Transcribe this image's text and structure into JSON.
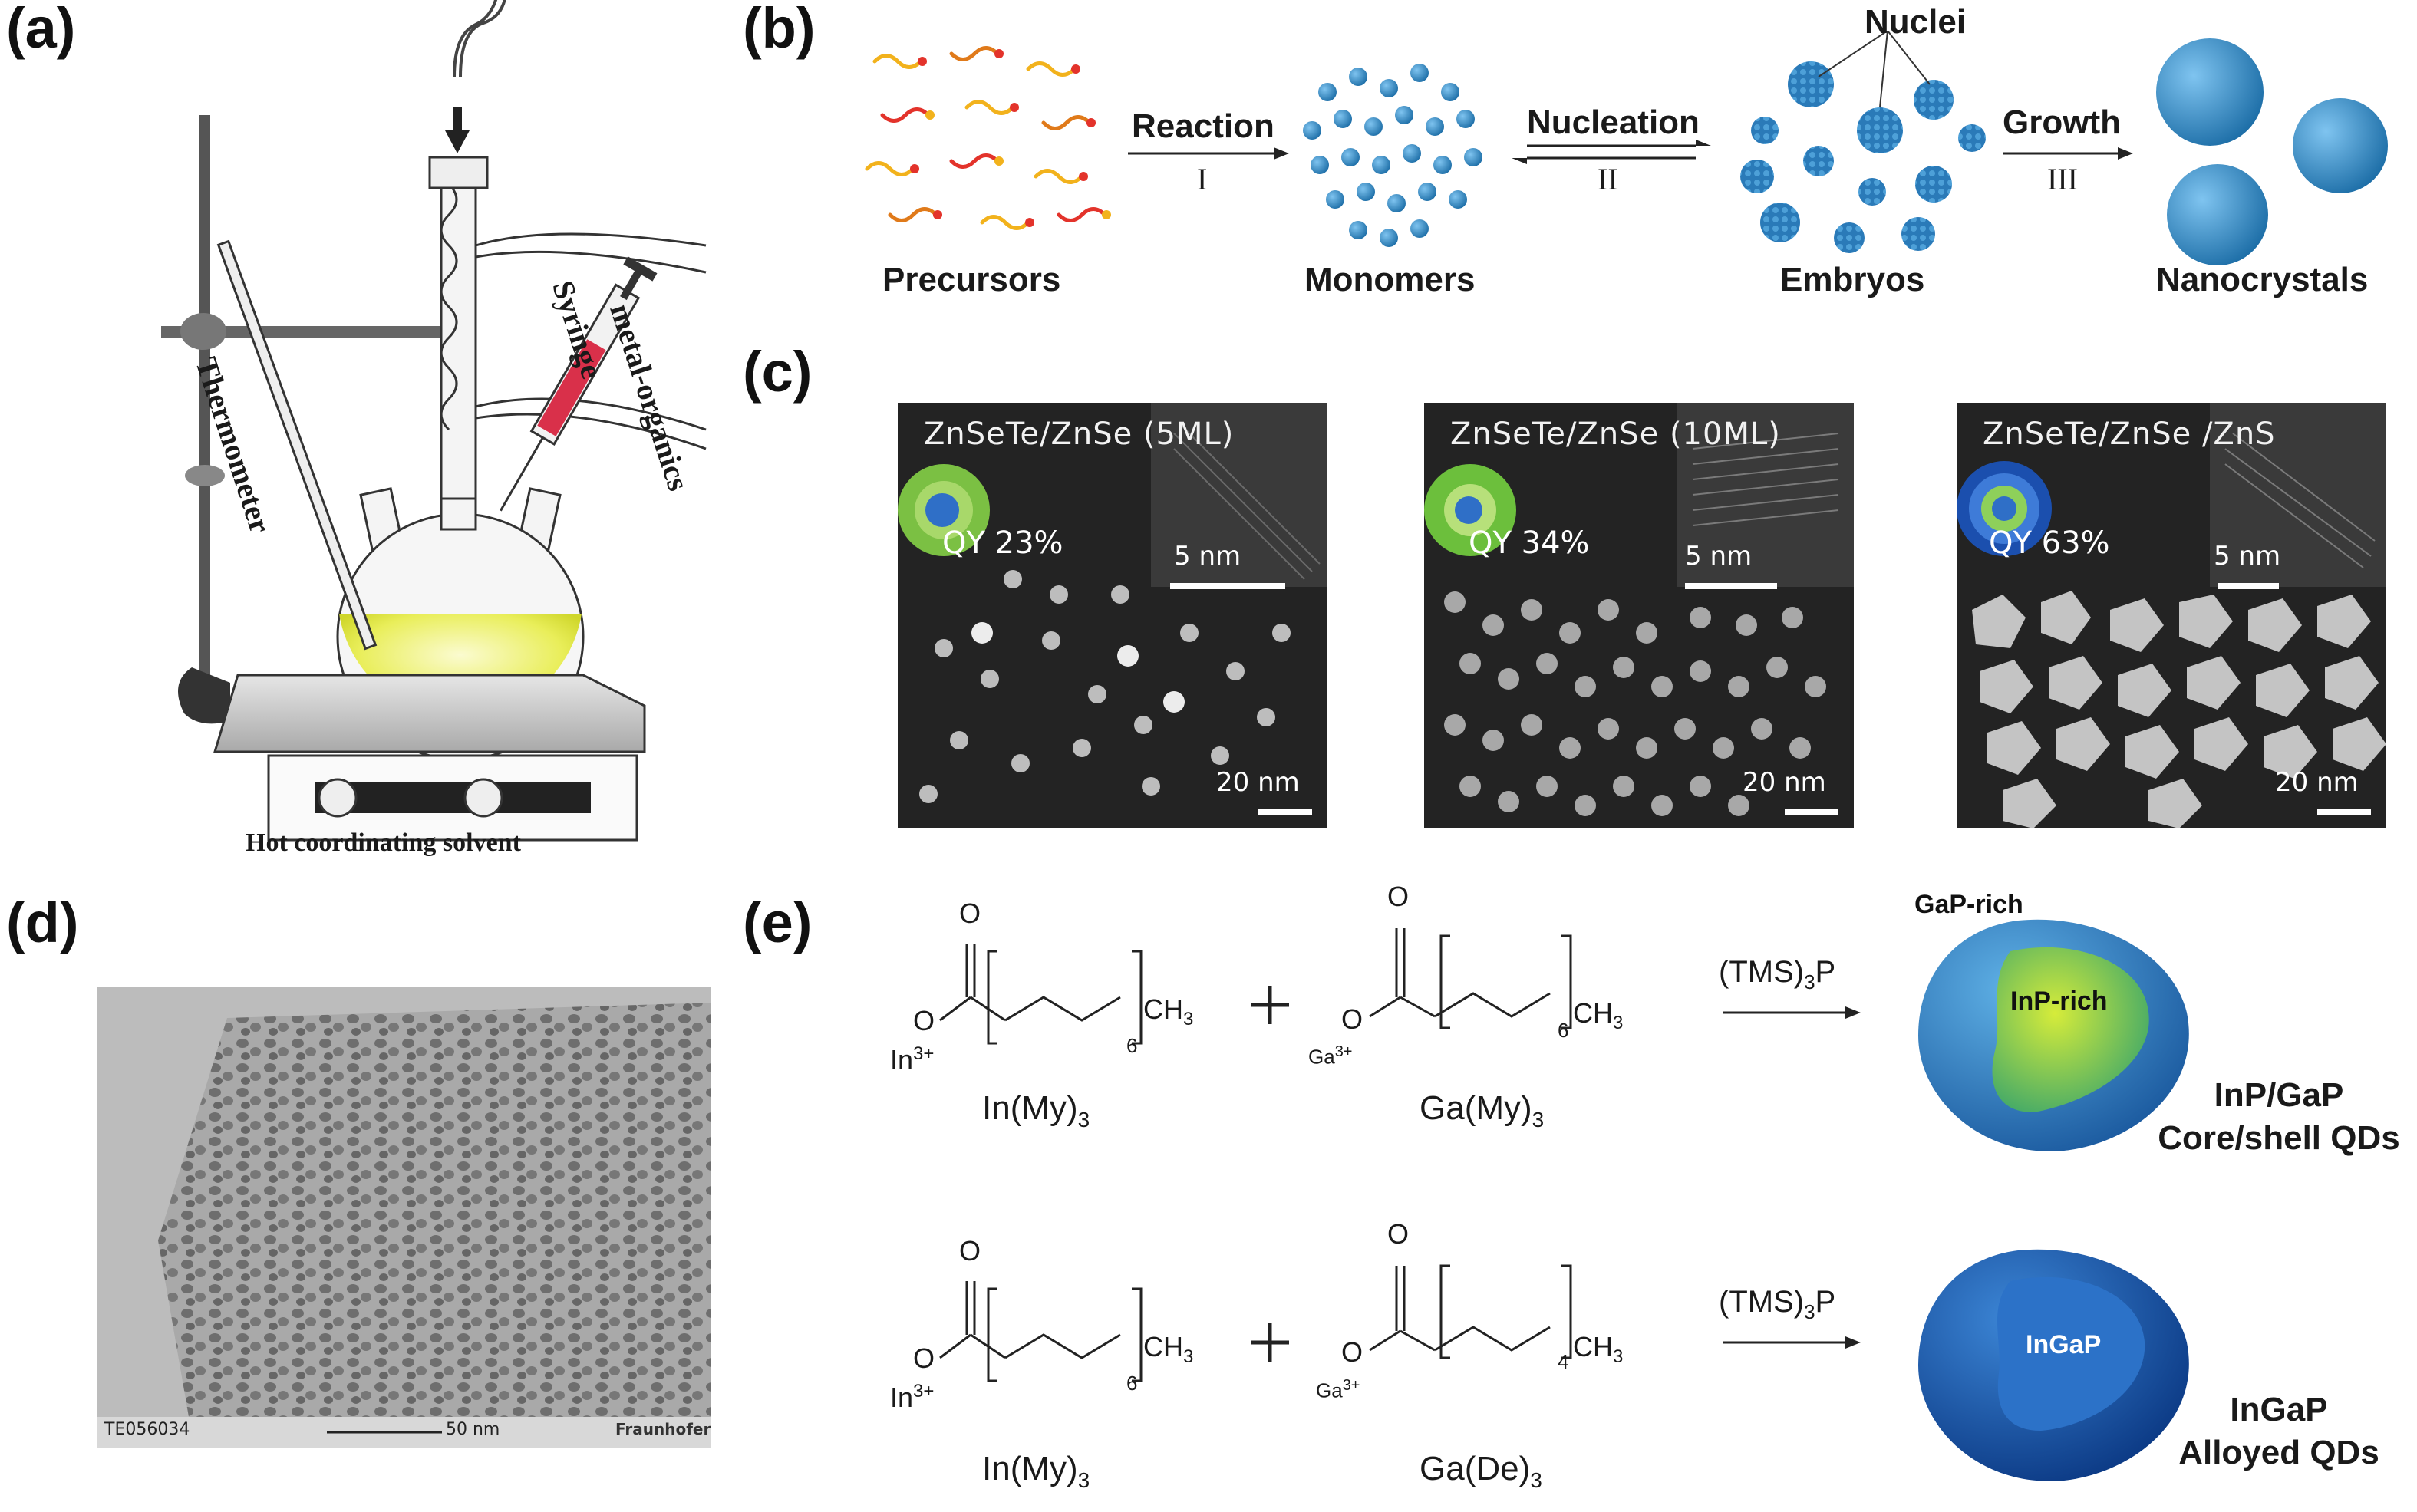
{
  "panels": {
    "a": "(a)",
    "b": "(b)",
    "c": "(c)",
    "d": "(d)",
    "e": "(e)"
  },
  "apparatus": {
    "thermometer": "Thermometer",
    "syringe": "Syringe",
    "metal_organics": "metal-organics",
    "solvent": "Hot coordinating solvent"
  },
  "scheme_b": {
    "precursors": "Precursors",
    "monomers": "Monomers",
    "embryos": "Embryos",
    "nanocrystals": "Nanocrystals",
    "nuclei": "Nuclei",
    "reaction": "Reaction",
    "reaction_step": "I",
    "nucleation": "Nucleation",
    "nucleation_step": "II",
    "growth": "Growth",
    "growth_step": "III"
  },
  "tem_c": [
    {
      "title": "ZnSeTe/ZnSe (5ML)",
      "qy": "QY 23%",
      "scale_small": "5 nm",
      "scale_large": "20 nm"
    },
    {
      "title": "ZnSeTe/ZnSe (10ML)",
      "qy": "QY 34%",
      "scale_small": "5 nm",
      "scale_large": "20 nm"
    },
    {
      "title": "ZnSeTe/ZnSe /ZnS",
      "qy": "QY 63%",
      "scale_small": "5 nm",
      "scale_large": "20 nm"
    }
  ],
  "tem_d": {
    "id": "TE056034",
    "scale": "50 nm",
    "logo": "Fraunhofer"
  },
  "scheme_e": {
    "row1": {
      "ion1": "In",
      "ion1_charge": "3+",
      "sub1": "6",
      "name1": "In(My)",
      "name1_sub": "3",
      "ion2": "Ga",
      "ion2_charge": "3+",
      "sub2": "6",
      "name2": "Ga(My)",
      "name2_sub": "3",
      "reagent": "(TMS)",
      "reagent_sub": "3",
      "reagent_tail": "P",
      "shell_label": "GaP-rich",
      "core_label": "InP-rich",
      "product_line1": "InP/GaP",
      "product_line2": "Core/shell QDs"
    },
    "row2": {
      "ion1": "In",
      "ion1_charge": "3+",
      "sub1": "6",
      "name1": "In(My)",
      "name1_sub": "3",
      "ion2": "Ga",
      "ion2_charge": "3+",
      "sub2": "4",
      "name2": "Ga(De)",
      "name2_sub": "3",
      "reagent": "(TMS)",
      "reagent_sub": "3",
      "reagent_tail": "P",
      "core_label": "InGaP",
      "product_line1": "InGaP",
      "product_line2": "Alloyed QDs"
    },
    "oxygen": "O",
    "methyl": "CH",
    "methyl_sub": "3",
    "plus": "+"
  }
}
